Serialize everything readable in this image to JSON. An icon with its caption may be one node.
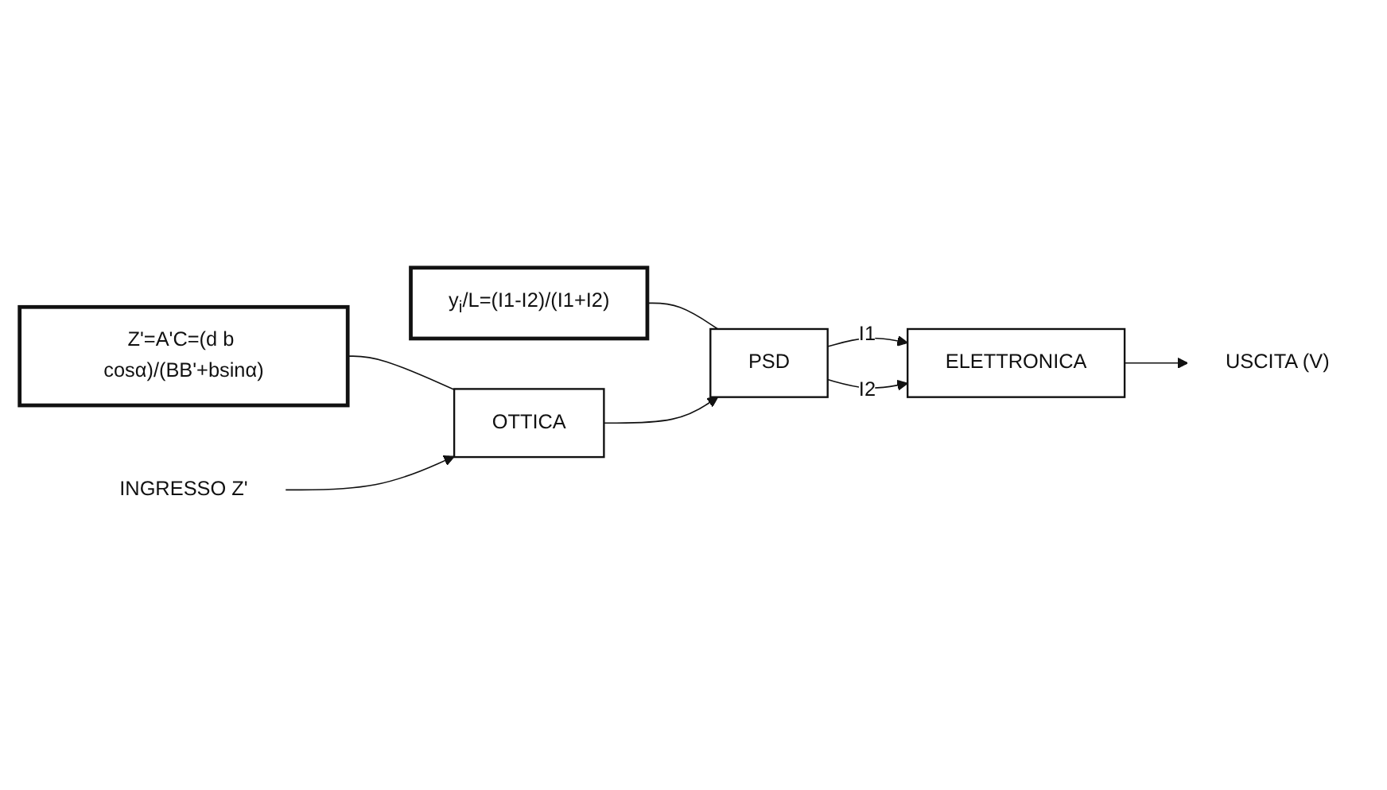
{
  "diagram": {
    "nodes": [
      {
        "text": [
          "Z'=A'C=(d b cosα)/(BB'+bsinα)"
        ]
      },
      {
        "text": [
          "y$_{i}$/L=(I1-I2)/(I1+I2)"
        ]
      },
      {
        "text": [
          "OTTICA"
        ]
      },
      {
        "text": [
          "PSD"
        ]
      },
      {
        "text": [
          "ELETTRONICA"
        ]
      },
      {
        "text": [
          "INGRESSO Z'"
        ]
      },
      {
        "text": [
          "USCITA (V)"
        ]
      }
    ],
    "edges": [
      {
        "from": 0,
        "to": 2,
        "arrow": "none"
      },
      {
        "from": 1,
        "to": 3,
        "arrow": "none"
      },
      {
        "from": 5,
        "to": 2,
        "arrow": "to"
      },
      {
        "from": 2,
        "to": 3,
        "arrow": "to"
      },
      {
        "from": 3,
        "to": 4,
        "arrow": "to",
        "label": "I1"
      },
      {
        "from": 3,
        "to": 4,
        "arrow": "to",
        "label": "I2"
      },
      {
        "from": 4,
        "to": 6,
        "arrow": "to"
      }
    ]
  }
}
